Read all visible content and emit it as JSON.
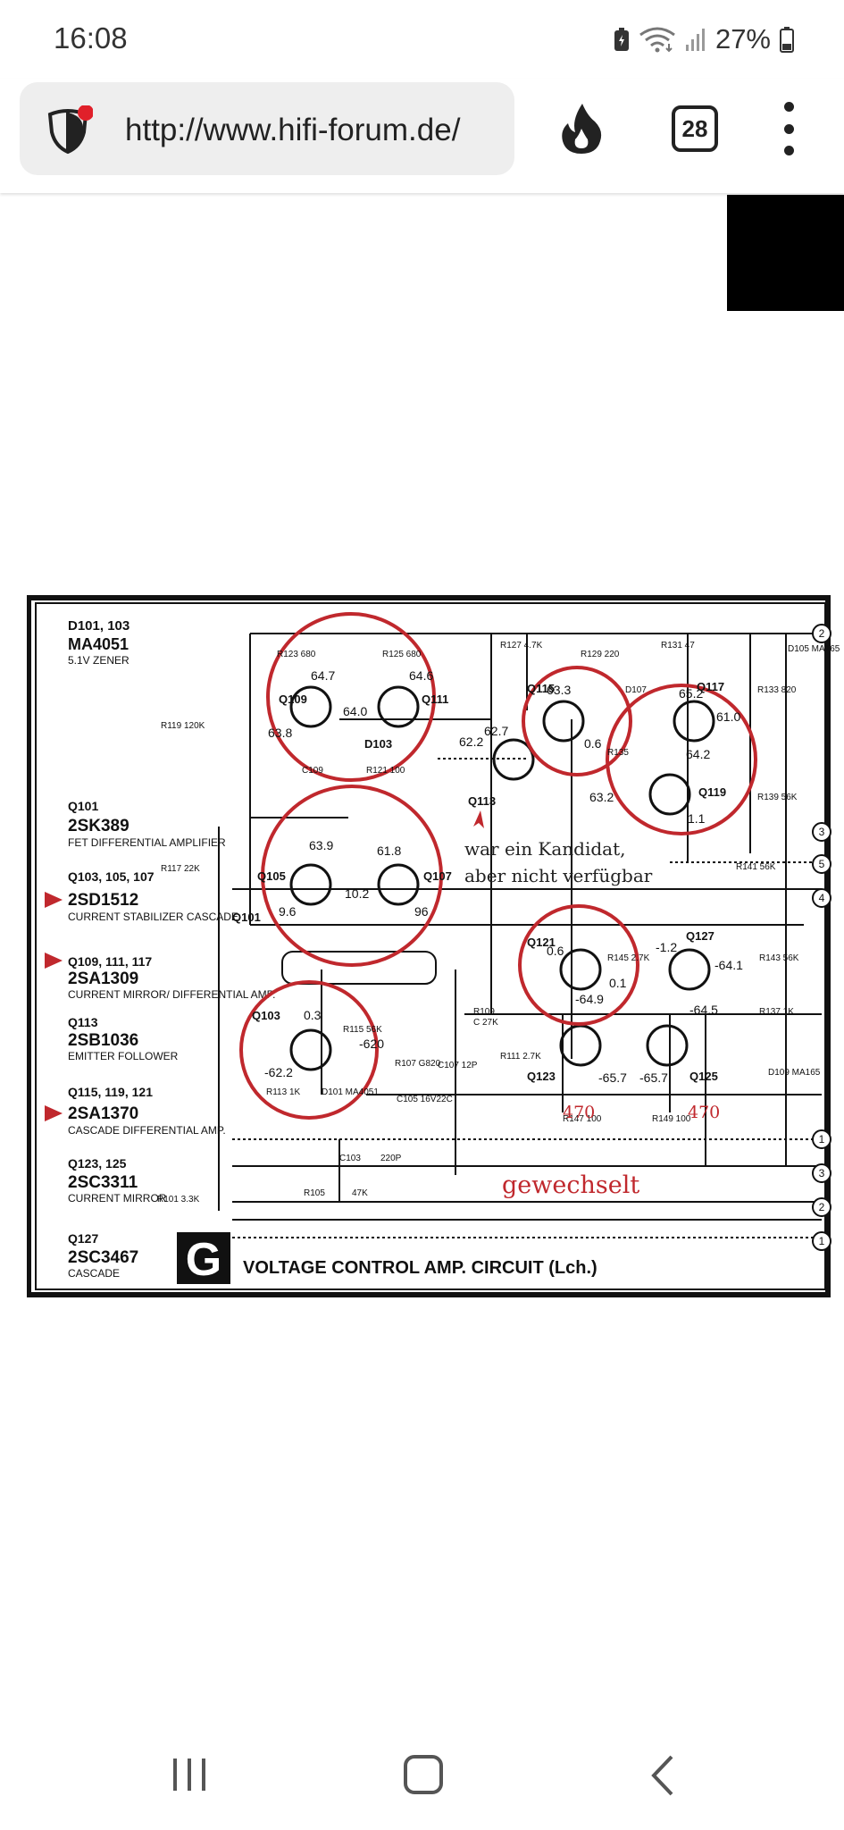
{
  "status": {
    "time": "16:08",
    "battery_percent": "27%",
    "icons": [
      "battery-saver-icon",
      "wifi-icon",
      "signal-icon",
      "battery-icon"
    ]
  },
  "browser": {
    "url": "http://www.hifi-forum.de/",
    "tab_count": "28",
    "icons": [
      "shield-icon",
      "fire-icon",
      "tabs-icon",
      "menu-icon"
    ]
  },
  "schematic": {
    "title": "VOLTAGE CONTROL AMP. CIRCUIT (Lch.)",
    "section_letter": "G",
    "legend": [
      {
        "id": "D101, 103",
        "part": "MA4051",
        "desc": "5.1V ZENER"
      },
      {
        "id": "Q101",
        "part": "2SK389",
        "desc": "FET DIFFERENTIAL AMPLIFIER"
      },
      {
        "id": "Q103, 105, 107",
        "part": "2SD1512",
        "desc": "CURRENT STABILIZER CASCADE"
      },
      {
        "id": "Q109, 111, 117",
        "part": "2SA1309",
        "desc": "CURRENT MIRROR/ DIFFERENTIAL AMP."
      },
      {
        "id": "Q113",
        "part": "2SB1036",
        "desc": "EMITTER FOLLOWER"
      },
      {
        "id": "Q115, 119, 121",
        "part": "2SA1370",
        "desc": "CASCADE DIFFERENTIAL AMP."
      },
      {
        "id": "Q123, 125",
        "part": "2SC3311",
        "desc": "CURRENT MIRROR"
      },
      {
        "id": "Q127",
        "part": "2SC3467",
        "desc": "CASCADE"
      }
    ],
    "annotations": {
      "candidate_line1": "war ein Kandidat,",
      "candidate_line2": "aber nicht verfügbar",
      "changed": "gewechselt",
      "r147_new": "470",
      "r149_new": "470"
    },
    "labels": {
      "q109": "Q109",
      "q111": "Q111",
      "q105": "Q105",
      "q107": "Q107",
      "q101": "Q101",
      "q103": "Q103",
      "q113": "Q113",
      "q115": "Q115",
      "q117": "Q117",
      "q119": "Q119",
      "q121": "Q121",
      "q123": "Q123",
      "q125": "Q125",
      "q127": "Q127",
      "d103": "D103",
      "d107": "D107",
      "d105": "D105 MA165",
      "d109": "D109 MA165",
      "d101": "D101 MA4051",
      "c103": "C103",
      "c103_val": "220P",
      "r105": "R105",
      "r105_val": "47K",
      "r101": "R101 3.3K",
      "r109": "R109",
      "r109_val": "C 27K",
      "r111": "R111 2.7K",
      "r119": "R119 120K",
      "r117": "R117 22K",
      "r127": "R127 4.7K",
      "r141": "R141 56K",
      "r147": "R147 100",
      "r149": "R149 100",
      "r143": "R143 56K",
      "r137": "R137 1K",
      "v_647": "64.7",
      "v_640": "64.0",
      "v_646": "64.6",
      "v_638": "63.8",
      "v_639": "63.9",
      "v_618": "61.8",
      "v_102": "10.2",
      "v_96a": "9.6",
      "v_96b": "96",
      "v_622": "62.2",
      "v_627": "62.7",
      "v_633": "63.3",
      "v_06": "0.6",
      "v_632": "63.2",
      "v_652": "65.2",
      "v_610": "61.0",
      "v_642": "64.2",
      "v_11": "1.1",
      "v_03": "0.3",
      "v_m622": "-62.2",
      "v_m620": "-620",
      "v_06b": "0.6",
      "v_01": "0.1",
      "v_m649": "-64.9",
      "v_m12": "-1.2",
      "v_m641": "-64.1",
      "v_m645": "-64.5",
      "v_m657a": "-65.7",
      "v_m657b": "-65.7",
      "c105": "C105 16V22C",
      "c107": "C107 12P",
      "r107": "R107 G820",
      "r129": "R129 220",
      "r131": "R131 47",
      "r133": "R133 820",
      "r135": "R135",
      "r139": "R139 56K",
      "r145": "R145 2.7K",
      "r113": "R113 1K",
      "r115": "R115 56K",
      "r123": "R123 680",
      "r125": "R125 680",
      "r121": "R121 100",
      "c109": "C109",
      "node2": "2",
      "node3": "3",
      "node5": "5",
      "node4": "4",
      "node1": "1",
      "node3b": "3",
      "node2b": "2",
      "node1b": "1"
    },
    "colors": {
      "annotation": "#c0282d",
      "ink": "#111111"
    }
  },
  "navigation": {
    "items": [
      "recent-apps",
      "home",
      "back"
    ]
  }
}
